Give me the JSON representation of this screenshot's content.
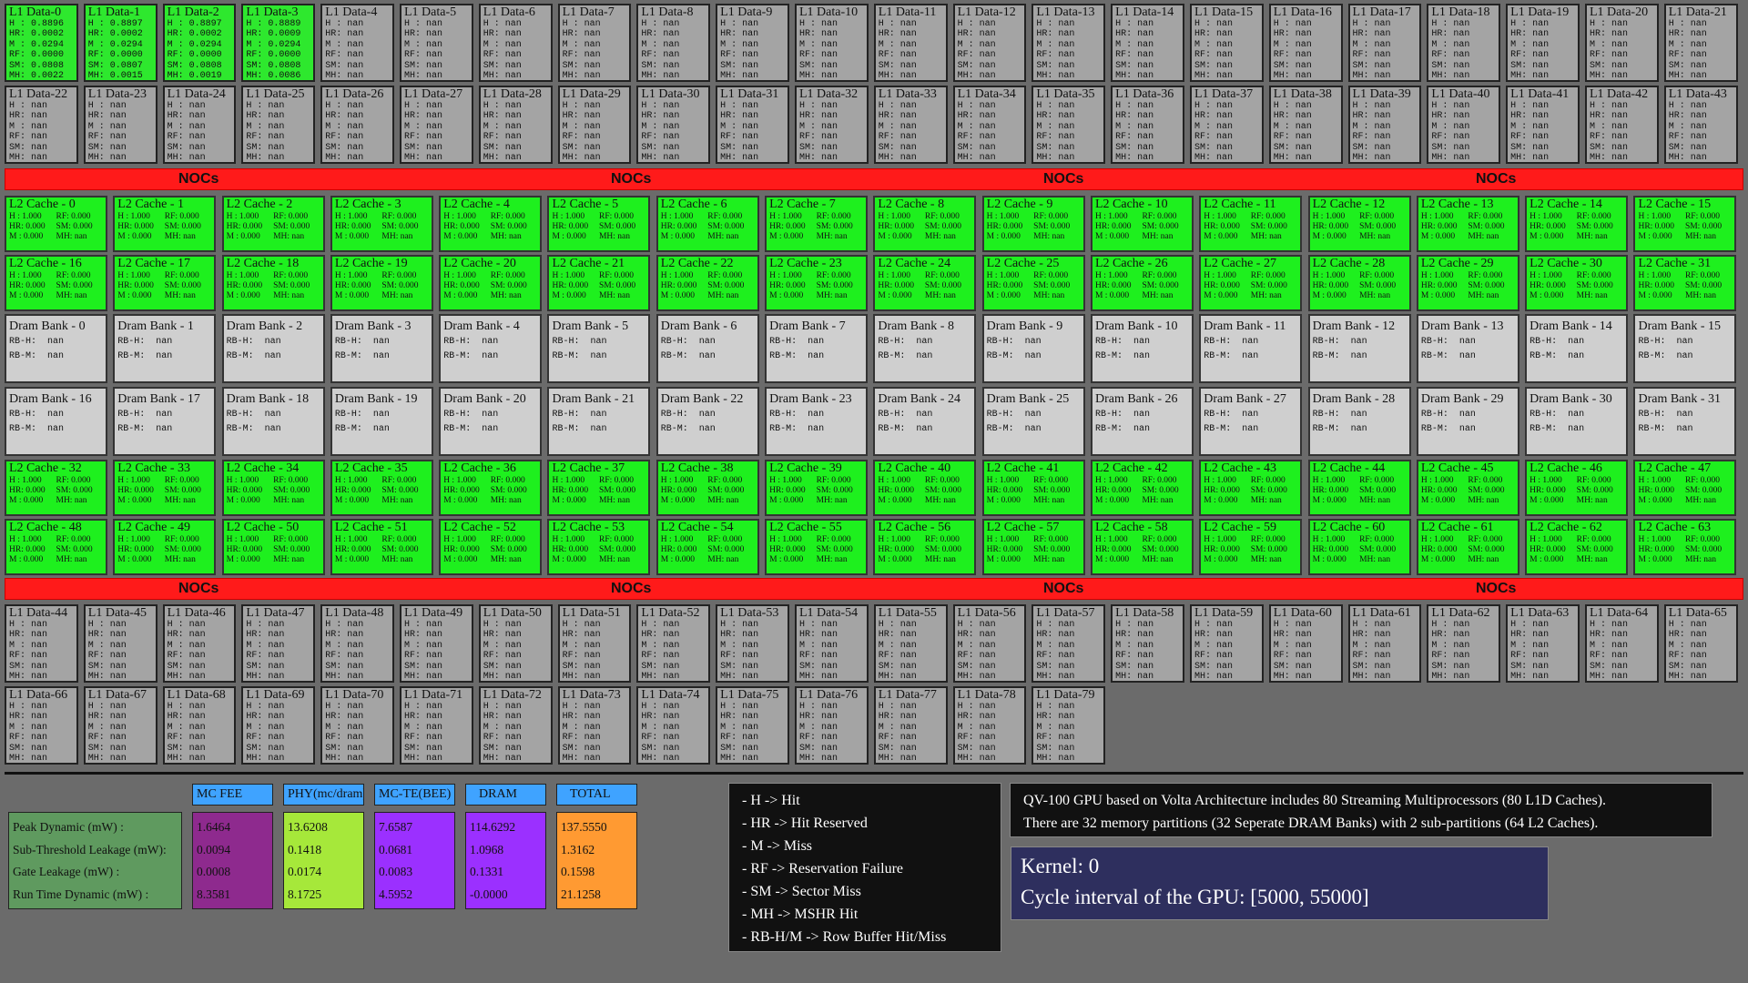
{
  "colors": {
    "l1_idle": "#a4a4a4",
    "l1_active": "#2ee82e",
    "l2": "#1ef01e",
    "dram": "#cfcfcf",
    "noc": "#ff1a1a",
    "mcfee": "#8e2a8e",
    "phy": "#a6e83a",
    "mcte": "#9b30ff",
    "dram_col": "#9b30ff",
    "total": "#ff9a32",
    "labels": "#5f9a5f",
    "header": "#3fa3ff",
    "kernel_bg": "#2e2f5e"
  },
  "l1_top": [
    {
      "title": "L1 Data-0",
      "h": "0.8896",
      "hr": "0.0002",
      "m": "0.0294",
      "rf": "0.0000",
      "sm": "0.0808",
      "mh": "0.0022"
    },
    {
      "title": "L1 Data-1",
      "h": "0.8897",
      "hr": "0.0002",
      "m": "0.0294",
      "rf": "0.0000",
      "sm": "0.0807",
      "mh": "0.0015"
    },
    {
      "title": "L1 Data-2",
      "h": "0.8897",
      "hr": "0.0002",
      "m": "0.0294",
      "rf": "0.0000",
      "sm": "0.0808",
      "mh": "0.0019"
    },
    {
      "title": "L1 Data-3",
      "h": "0.8889",
      "hr": "0.0009",
      "m": "0.0294",
      "rf": "0.0000",
      "sm": "0.0808",
      "mh": "0.0086"
    },
    {
      "title": "L1 Data-4"
    },
    {
      "title": "L1 Data-5"
    },
    {
      "title": "L1 Data-6"
    },
    {
      "title": "L1 Data-7"
    },
    {
      "title": "L1 Data-8"
    },
    {
      "title": "L1 Data-9"
    },
    {
      "title": "L1 Data-10"
    },
    {
      "title": "L1 Data-11"
    },
    {
      "title": "L1 Data-12"
    },
    {
      "title": "L1 Data-13"
    },
    {
      "title": "L1 Data-14"
    },
    {
      "title": "L1 Data-15"
    },
    {
      "title": "L1 Data-16"
    },
    {
      "title": "L1 Data-17"
    },
    {
      "title": "L1 Data-18"
    },
    {
      "title": "L1 Data-19"
    },
    {
      "title": "L1 Data-20"
    },
    {
      "title": "L1 Data-21"
    },
    {
      "title": "L1 Data-22"
    },
    {
      "title": "L1 Data-23"
    },
    {
      "title": "L1 Data-24"
    },
    {
      "title": "L1 Data-25"
    },
    {
      "title": "L1 Data-26"
    },
    {
      "title": "L1 Data-27"
    },
    {
      "title": "L1 Data-28"
    },
    {
      "title": "L1 Data-29"
    },
    {
      "title": "L1 Data-30"
    },
    {
      "title": "L1 Data-31"
    },
    {
      "title": "L1 Data-32"
    },
    {
      "title": "L1 Data-33"
    },
    {
      "title": "L1 Data-34"
    },
    {
      "title": "L1 Data-35"
    },
    {
      "title": "L1 Data-36"
    },
    {
      "title": "L1 Data-37"
    },
    {
      "title": "L1 Data-38"
    },
    {
      "title": "L1 Data-39"
    },
    {
      "title": "L1 Data-40"
    },
    {
      "title": "L1 Data-41"
    },
    {
      "title": "L1 Data-42"
    },
    {
      "title": "L1 Data-43"
    }
  ],
  "l1_bottom": [
    {
      "title": "L1 Data-44"
    },
    {
      "title": "L1 Data-45"
    },
    {
      "title": "L1 Data-46"
    },
    {
      "title": "L1 Data-47"
    },
    {
      "title": "L1 Data-48"
    },
    {
      "title": "L1 Data-49"
    },
    {
      "title": "L1 Data-50"
    },
    {
      "title": "L1 Data-51"
    },
    {
      "title": "L1 Data-52"
    },
    {
      "title": "L1 Data-53"
    },
    {
      "title": "L1 Data-54"
    },
    {
      "title": "L1 Data-55"
    },
    {
      "title": "L1 Data-56"
    },
    {
      "title": "L1 Data-57"
    },
    {
      "title": "L1 Data-58"
    },
    {
      "title": "L1 Data-59"
    },
    {
      "title": "L1 Data-60"
    },
    {
      "title": "L1 Data-61"
    },
    {
      "title": "L1 Data-62"
    },
    {
      "title": "L1 Data-63"
    },
    {
      "title": "L1 Data-64"
    },
    {
      "title": "L1 Data-65"
    },
    {
      "title": "L1 Data-66"
    },
    {
      "title": "L1 Data-67"
    },
    {
      "title": "L1 Data-68"
    },
    {
      "title": "L1 Data-69"
    },
    {
      "title": "L1 Data-70"
    },
    {
      "title": "L1 Data-71"
    },
    {
      "title": "L1 Data-72"
    },
    {
      "title": "L1 Data-73"
    },
    {
      "title": "L1 Data-74"
    },
    {
      "title": "L1 Data-75"
    },
    {
      "title": "L1 Data-76"
    },
    {
      "title": "L1 Data-77"
    },
    {
      "title": "L1 Data-78"
    },
    {
      "title": "L1 Data-79"
    }
  ],
  "l1_default": {
    "h": "nan",
    "hr": "nan",
    "m": "nan",
    "rf": "nan",
    "sm": "nan",
    "mh": "nan"
  },
  "l1_keys": [
    "H :",
    "HR:",
    "M :",
    "RF:",
    "SM:",
    "MH:"
  ],
  "noc_label": "NOCs",
  "l2_title_prefix": "L2 Cache - ",
  "l2_values": {
    "h": "H : 1.000",
    "rf": "RF: 0.000",
    "hr": "HR: 0.000",
    "sm": "SM: 0.000",
    "m": "M : 0.000",
    "mh": "MH: nan"
  },
  "dram_title_prefix": "Dram Bank - ",
  "dram_values": {
    "rbh": "RB-H:  nan",
    "rbm": "RB-M:  nan"
  },
  "power": {
    "row_labels": [
      "Peak Dynamic (mW) :",
      "Sub-Threshold Leakage (mW):",
      "Gate Leakage (mW) :",
      "Run Time Dynamic (mW) :"
    ],
    "columns": [
      {
        "header": "MC FEE",
        "values": [
          "1.6464",
          "0.0094",
          "0.0008",
          "8.3581"
        ]
      },
      {
        "header": "PHY(mc/dram)",
        "values": [
          "13.6208",
          "0.1418",
          "0.0174",
          "8.1725"
        ]
      },
      {
        "header": "MC-TE(BEE)",
        "values": [
          "7.6587",
          "0.0681",
          "0.0083",
          "4.5952"
        ]
      },
      {
        "header": "DRAM",
        "values": [
          "114.6292",
          "1.0968",
          "0.1331",
          "-0.0000"
        ]
      },
      {
        "header": "TOTAL",
        "values": [
          "137.5550",
          "1.3162",
          "0.1598",
          "21.1258"
        ]
      }
    ]
  },
  "legend": [
    "- H -> Hit",
    "- HR -> Hit Reserved",
    "- M -> Miss",
    "- RF -> Reservation Failure",
    "- SM -> Sector Miss",
    "- MH -> MSHR Hit",
    "- RB-H/M -> Row Buffer Hit/Miss"
  ],
  "info": {
    "line1": "QV-100 GPU based on Volta Architecture includes 80 Streaming Multiprocessors (80 L1D Caches).",
    "line2": "There are 32 memory partitions (32 Seperate DRAM Banks) with 2 sub-partitions (64 L2 Caches)."
  },
  "kernel": {
    "label": "Kernel: 0",
    "cycle": "Cycle interval of the GPU: [5000, 55000]"
  }
}
